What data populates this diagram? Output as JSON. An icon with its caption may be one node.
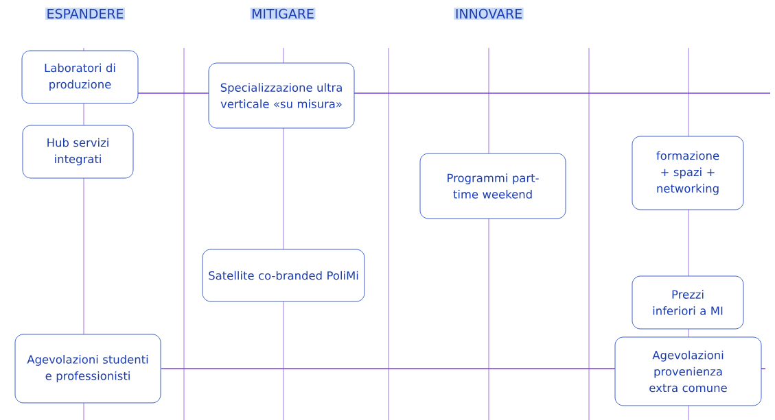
{
  "diagram": {
    "nodes": [
      {
        "text": [
          "Laboratori di produzione"
        ]
      },
      {
        "text": [
          "Hub servizi integrati"
        ]
      },
      {
        "text": [
          "Specializzazione ultra verticale «su misura»"
        ]
      },
      {
        "text": [
          "Satellite co-branded PoliMi"
        ]
      },
      {
        "text": [
          "Programmi part-time weekend"
        ]
      },
      {
        "text": [
          "formazione + spazi + networking"
        ]
      },
      {
        "text": [
          "Prezzi inferiori a MI"
        ]
      },
      {
        "text": [
          "Agevolazioni studenti e professionisti"
        ]
      },
      {
        "text": [
          "Agevolazioni provenienza extra comune"
        ]
      }
    ],
    "labels": [
      "ESPANDERE",
      "MITIGARE",
      "INNOVARE"
    ]
  }
}
